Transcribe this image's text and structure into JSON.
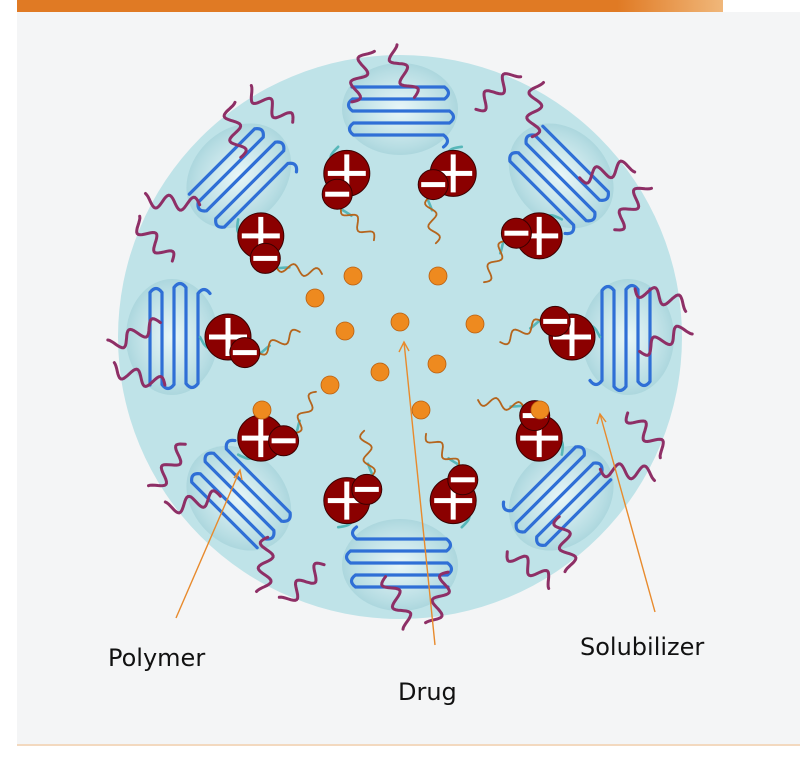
{
  "labels": {
    "polymer": "Polymer",
    "drug": "Drug",
    "solubilizer": "Solubilizer"
  },
  "colors": {
    "header_bar": "#e07a24",
    "panel_bg": "#eef0f1",
    "micelle_fill": "#bfe3e8",
    "polymer_lobe": "#a9d6dd",
    "polymer_strand": "#2f6fd6",
    "corona_strand": "#8e2f66",
    "inner_strand": "#57b7b9",
    "drug_tail": "#b5651d",
    "drug": "#ee8a1f",
    "solubilizer_ball": "#8b0000",
    "leader_line": "#e88a2c"
  },
  "counts": {
    "polymer_lobes": 8,
    "large_ions": 10,
    "small_ions": 10,
    "drug_particles": 12
  },
  "icons": {
    "large_ion": "plus-circle-icon",
    "small_ion": "minus-circle-icon",
    "drug": "dot-icon"
  }
}
